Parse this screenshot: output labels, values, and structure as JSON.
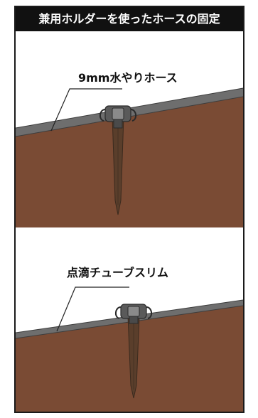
{
  "title": "兼用ホルダーを使ったホースの固定",
  "panels": [
    {
      "label": "9mm水やりホース"
    },
    {
      "label": "点滴チューブスリム"
    }
  ],
  "colors": {
    "title_bg": "#111111",
    "title_text": "#ffffff",
    "soil": "#7a4b34",
    "hose": "#6e6e6e",
    "stake": "#5a3e2b",
    "holder": "#4a4a4a"
  }
}
